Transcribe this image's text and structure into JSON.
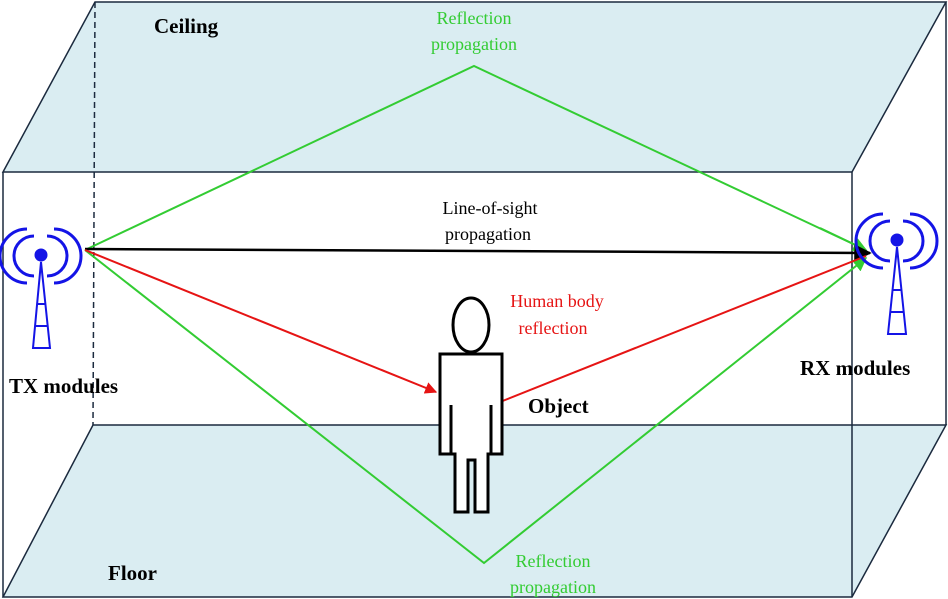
{
  "labels": {
    "ceiling": "Ceiling",
    "floor": "Floor",
    "tx": "TX modules",
    "rx": "RX modules",
    "object": "Object",
    "reflection_top_line1": "Reflection",
    "reflection_top_line2": "propagation",
    "reflection_bottom_line1": "Reflection",
    "reflection_bottom_line2": "propagation",
    "los_line1": "Line-of-sight",
    "los_line2": "propagation",
    "human_line1": "Human body",
    "human_line2": "reflection"
  },
  "colors": {
    "plane_fill": "#daedf2",
    "box_stroke": "#1b2a3e",
    "antenna": "#1414e6",
    "reflection": "#33cc33",
    "line_of_sight": "#000000",
    "human_reflection": "#e61414"
  },
  "icons": {
    "tx_antenna": "antenna-tower-icon",
    "rx_antenna": "antenna-tower-icon",
    "person": "person-figure-icon"
  }
}
